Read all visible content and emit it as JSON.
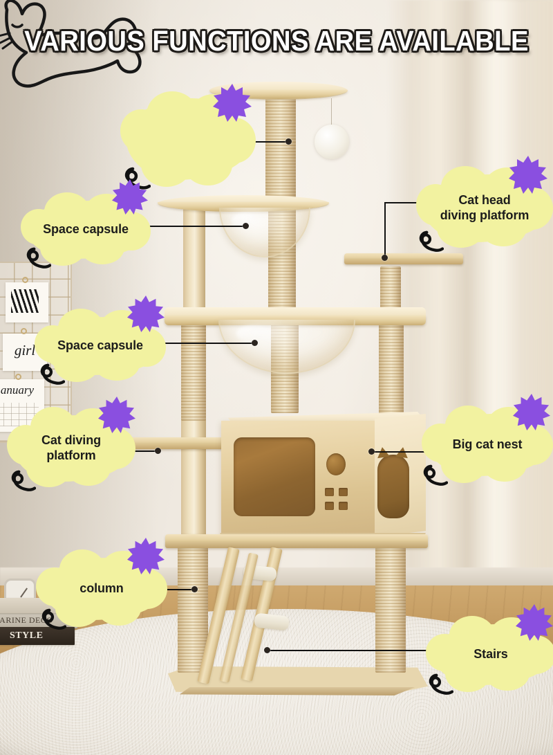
{
  "header": {
    "title": "VARIOUS FUNCTIONS ARE AVAILABLE",
    "cat_icon": "cat-outline-drawing"
  },
  "product": {
    "name": "multi-level wooden cat tree tower",
    "parts": {
      "top_platform": "round top perch",
      "pom_toy": "hanging pom-pom ball toy",
      "space_capsule_upper": "upper transparent acrylic dome capsule",
      "space_capsule_lower": "lower transparent acrylic dome capsule",
      "cat_head_platform": "small round diving platform",
      "cat_house": "microwave-style cat condo",
      "house_window": "large rounded viewing window",
      "house_dial": "round dial detail",
      "house_buttons": "four square button details",
      "cat_entrance": "cat-head shaped side entrance",
      "ladder": "angled ladder with plush rungs",
      "base": "rectangular wooden base board",
      "posts": "sisal-wrapped scratching columns"
    }
  },
  "room": {
    "grid_board_cards": [
      {
        "text": "",
        "style": "striped-art"
      },
      {
        "text": "girl",
        "style": "script"
      },
      {
        "text": "anuary",
        "style": "script-calendar"
      }
    ],
    "books": [
      {
        "text": "MARINE DECO"
      },
      {
        "text": "STYLE"
      }
    ],
    "clock": "desk-clock"
  },
  "callouts": [
    {
      "id": "top-empty",
      "label": "",
      "lines": []
    },
    {
      "id": "space-capsule-upper",
      "label": "Space capsule",
      "lines": [
        "Space capsule"
      ]
    },
    {
      "id": "cat-head-platform",
      "label": "Cat head diving platform",
      "lines": [
        "Cat head",
        "diving platform"
      ]
    },
    {
      "id": "space-capsule-lower",
      "label": "Space capsule",
      "lines": [
        "Space capsule"
      ]
    },
    {
      "id": "cat-diving-platform",
      "label": "Cat diving platform",
      "lines": [
        "Cat diving",
        "platform"
      ]
    },
    {
      "id": "big-cat-nest",
      "label": "Big cat nest",
      "lines": [
        "Big cat nest"
      ]
    },
    {
      "id": "column",
      "label": "column",
      "lines": [
        "column"
      ]
    },
    {
      "id": "stairs",
      "label": "Stairs",
      "lines": [
        "Stairs"
      ]
    }
  ],
  "colors": {
    "blob_yellow": "#f2f2a0",
    "star_purple": "#8a4fe0",
    "leader_black": "#111111",
    "title_white": "#ffffff",
    "title_outline": "#1d1a17",
    "wood_light": "#f0e2c0",
    "wood_mid": "#ddc79a",
    "sisal": "#e2cfa6",
    "floor": "#c79f65",
    "rug": "#ece7de"
  },
  "decor": {
    "star_icon": "starburst-icon",
    "curl_icon": "curl-squiggle-icon",
    "dot_icon": "leader-dot-icon"
  }
}
